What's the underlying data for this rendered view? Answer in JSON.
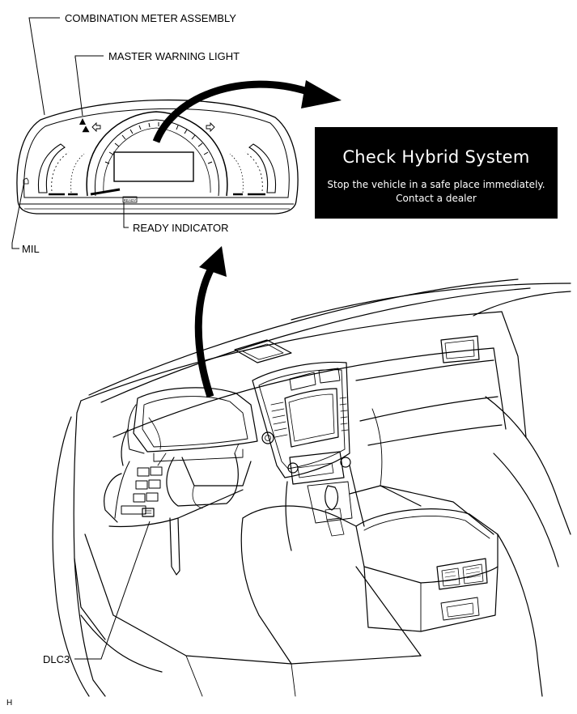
{
  "labels": {
    "combination_meter": "COMBINATION METER ASSEMBLY",
    "master_warning": "MASTER WARNING LIGHT",
    "ready_indicator": "READY INDICATOR",
    "mil": "MIL",
    "dlc3": "DLC3",
    "corner_mark": "H"
  },
  "meter_badge": "READY",
  "message": {
    "title": "Check Hybrid System",
    "line1": "Stop the vehicle in a safe place immediately.",
    "line2": "Contact a dealer"
  }
}
